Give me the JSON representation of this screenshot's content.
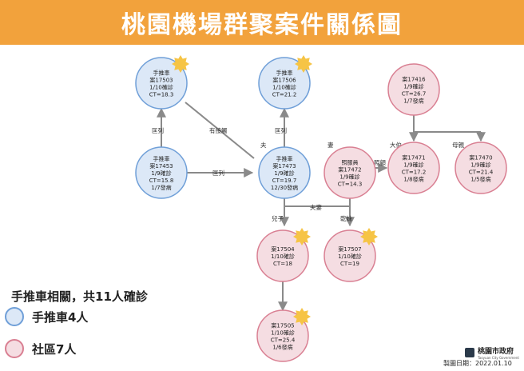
{
  "title": "桃園機場群聚案件關係圖",
  "colors": {
    "banner": "#f2a23c",
    "cart_fill": "#dce8f7",
    "cart_stroke": "#6f9fd8",
    "community_fill": "#f5dde2",
    "community_stroke": "#d97f92",
    "star": "#f6c445",
    "arrow": "#8a8a8a"
  },
  "nodes": [
    {
      "id": "n17503",
      "group": "cart",
      "lines": [
        "手推車",
        "案17503",
        "1/10確診",
        "CT=18.3"
      ],
      "star": true
    },
    {
      "id": "n17506",
      "group": "cart",
      "lines": [
        "手推車",
        "案17506",
        "1/10確診",
        "CT=21.2"
      ],
      "star": true
    },
    {
      "id": "n17453",
      "group": "cart",
      "lines": [
        "手推車",
        "案17453",
        "1/9確診",
        "CT=15.8",
        "1/7發病"
      ],
      "star": false
    },
    {
      "id": "n17473",
      "group": "cart",
      "lines": [
        "手推車",
        "案17473",
        "1/9確診",
        "CT=19.7",
        "12/30發病"
      ],
      "star": false
    },
    {
      "id": "n17472",
      "group": "community",
      "lines": [
        "照服員",
        "案17472",
        "1/9確診",
        "CT=14.3"
      ],
      "star": false
    },
    {
      "id": "n17416",
      "group": "community",
      "lines": [
        "案17416",
        "1/9確診",
        "CT=26.7",
        "1/7發病"
      ],
      "star": false
    },
    {
      "id": "n17471",
      "group": "community",
      "lines": [
        "案17471",
        "1/9確診",
        "CT=17.2",
        "1/8發病"
      ],
      "star": false
    },
    {
      "id": "n17470",
      "group": "community",
      "lines": [
        "案17470",
        "1/9確診",
        "CT=21.4",
        "1/5發病"
      ],
      "star": false
    },
    {
      "id": "n17504",
      "group": "community",
      "lines": [
        "案17504",
        "1/10確診",
        "CT=18"
      ],
      "star": true
    },
    {
      "id": "n17507",
      "group": "community",
      "lines": [
        "案17507",
        "1/10確診",
        "CT=19"
      ],
      "star": true
    },
    {
      "id": "n17505",
      "group": "community",
      "lines": [
        "案17505",
        "1/10確診",
        "CT=25.4",
        "1/6發病"
      ],
      "star": true
    }
  ],
  "edge_labels": {
    "e1": "匡列",
    "e2": "有接觸",
    "e3": "匡列",
    "e4": "匡列",
    "e5": "夫妻",
    "e6": "兒子",
    "e7": "乾妹",
    "e8": "照顧",
    "e9": "大伯",
    "e10": "母親",
    "husband": "夫",
    "wife": "妻"
  },
  "legend": {
    "summary": "手推車相關，共11人確診",
    "cart": "手推車4人",
    "community": "社區7人"
  },
  "footer": {
    "org": "桃園市政府",
    "org_en": "Taoyuan City Government",
    "date": "製圖日期：2022.01.10"
  }
}
